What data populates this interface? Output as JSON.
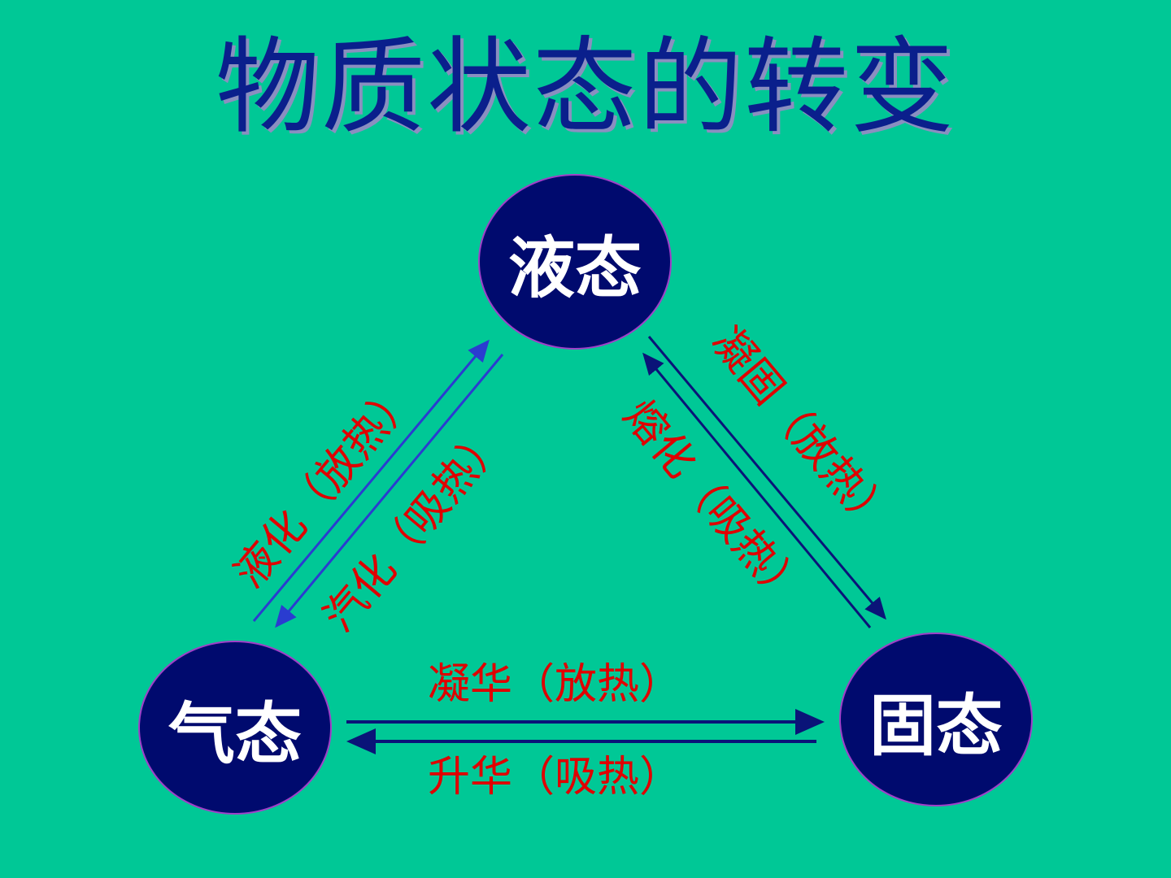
{
  "title": "物质状态的转变",
  "nodes": {
    "liquid": "液态",
    "gas": "气态",
    "solid": "固态"
  },
  "transitions": {
    "liquefaction": "液化（放热）",
    "vaporization": "汽化（吸热）",
    "solidification": "凝固（放热）",
    "melting": "熔化（吸热）",
    "desublimation": "凝华（放热）",
    "sublimation": "升华（吸热）"
  },
  "colors": {
    "background": "#00c896",
    "node_fill": "#000a6e",
    "label": "#e00000",
    "title": "#0a1f8c"
  }
}
